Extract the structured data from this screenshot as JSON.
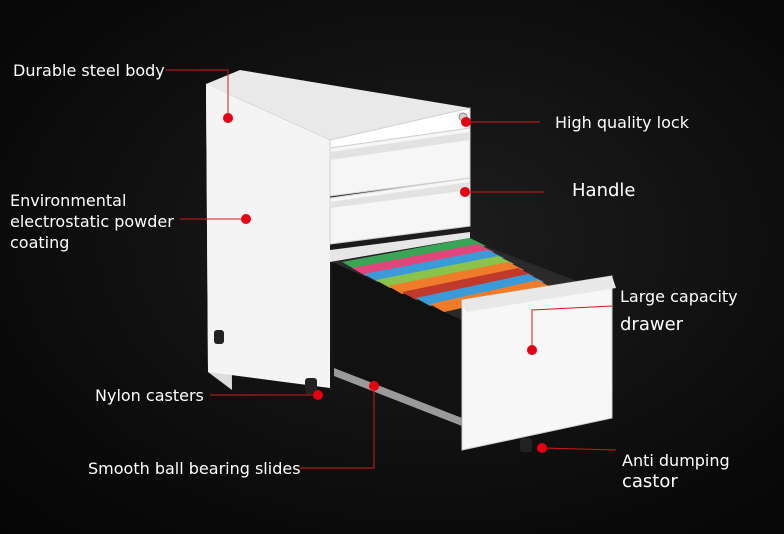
{
  "callouts": {
    "steel_body": "Durable steel body",
    "coating_line1": "Environmental",
    "coating_line2": "electrostatic powder",
    "coating_line3": "coating",
    "lock": "High quality lock",
    "handle": "Handle",
    "drawer_line1": "Large capacity",
    "drawer_line2": "drawer",
    "casters": "Nylon casters",
    "slides": "Smooth ball bearing slides",
    "castor_line1": "Anti dumping",
    "castor_line2": "castor"
  },
  "colors": {
    "background": "#0b0b0b",
    "callout_line": "#d41a1a",
    "callout_dot": "#e60012",
    "cabinet": "#f2f2f2",
    "file_folders": [
      "#3aa655",
      "#e0457b",
      "#3b9bd9",
      "#f07c2a",
      "#8bc34a",
      "#c0392b"
    ]
  }
}
